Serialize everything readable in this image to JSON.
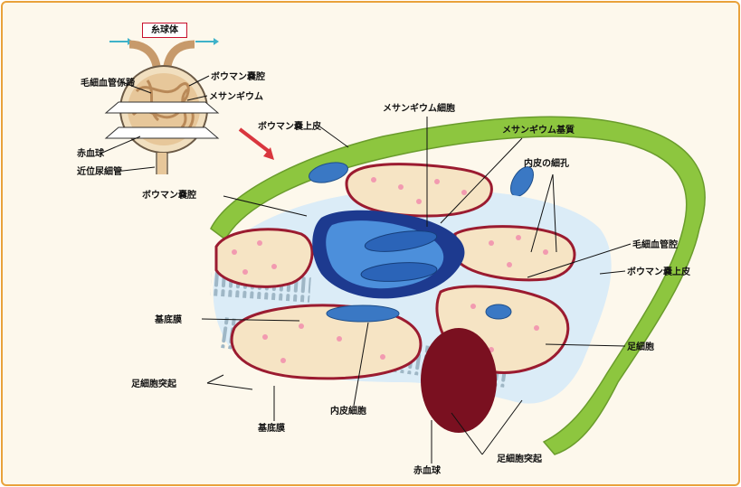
{
  "inset": {
    "title": "糸球体",
    "labels": [
      "毛細血管係蹄",
      "ボウマン嚢腔",
      "メサンギウム",
      "赤血球",
      "近位尿細管"
    ]
  },
  "main": {
    "labels": {
      "mesangial_cell": "メサンギウム細胞",
      "mesangial_matrix": "メサンギウム基質",
      "bowman_epithelium_top": "ボウマン嚢上皮",
      "endothelial_pores": "内皮の細孔",
      "bowman_space": "ボウマン嚢腔",
      "capillary_lumen": "毛細血管腔",
      "bowman_epithelium_right": "ボウマン嚢上皮",
      "basement_membrane_left": "基底膜",
      "podocyte": "足細胞",
      "foot_process_left": "足細胞突起",
      "basement_membrane_bottom": "基底膜",
      "endothelial_cell": "内皮細胞",
      "foot_process_bottom": "足細胞突起",
      "red_blood_cell": "赤血球"
    }
  },
  "colors": {
    "frame": "#e9a23b",
    "background": "#fdf8ec",
    "bowman_capsule": "#8dc63f",
    "mesangium": "#1f5fb4",
    "capillary_wall": "#9b1b30",
    "rbc": "#7a1020",
    "arrow": "#d9363e"
  }
}
